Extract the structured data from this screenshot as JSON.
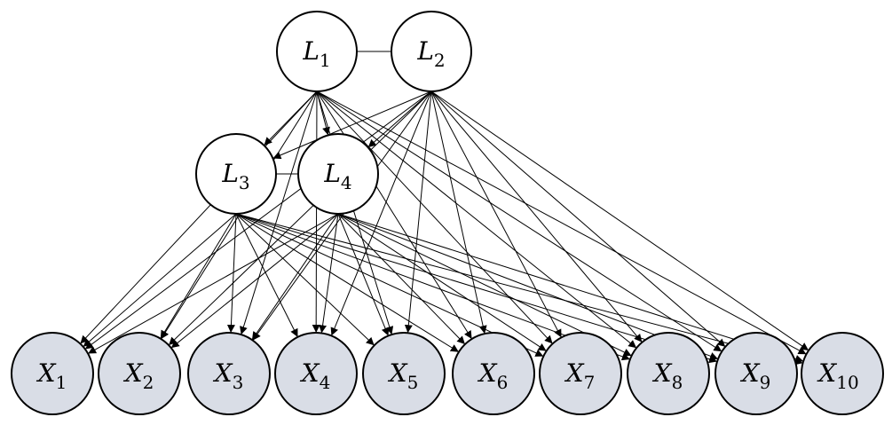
{
  "nodes": [
    {
      "id": "L1",
      "letter": "L",
      "sub": "1",
      "kind": "latent"
    },
    {
      "id": "L2",
      "letter": "L",
      "sub": "2",
      "kind": "latent"
    },
    {
      "id": "L3",
      "letter": "L",
      "sub": "3",
      "kind": "latent"
    },
    {
      "id": "L4",
      "letter": "L",
      "sub": "4",
      "kind": "latent"
    },
    {
      "id": "X1",
      "letter": "X",
      "sub": "1",
      "kind": "observed"
    },
    {
      "id": "X2",
      "letter": "X",
      "sub": "2",
      "kind": "observed"
    },
    {
      "id": "X3",
      "letter": "X",
      "sub": "3",
      "kind": "observed"
    },
    {
      "id": "X4",
      "letter": "X",
      "sub": "4",
      "kind": "observed"
    },
    {
      "id": "X5",
      "letter": "X",
      "sub": "5",
      "kind": "observed"
    },
    {
      "id": "X6",
      "letter": "X",
      "sub": "6",
      "kind": "observed"
    },
    {
      "id": "X7",
      "letter": "X",
      "sub": "7",
      "kind": "observed"
    },
    {
      "id": "X8",
      "letter": "X",
      "sub": "8",
      "kind": "observed"
    },
    {
      "id": "X9",
      "letter": "X",
      "sub": "9",
      "kind": "observed"
    },
    {
      "id": "X10",
      "letter": "X",
      "sub": "10",
      "kind": "observed"
    }
  ],
  "undirected_edges": [
    [
      "L1",
      "L2"
    ],
    [
      "L3",
      "L4"
    ]
  ],
  "directed_edges": [
    [
      "L1",
      "L3"
    ],
    [
      "L1",
      "L4"
    ],
    [
      "L2",
      "L3"
    ],
    [
      "L2",
      "L4"
    ],
    [
      "L1",
      "X1"
    ],
    [
      "L1",
      "X2"
    ],
    [
      "L1",
      "X3"
    ],
    [
      "L1",
      "X4"
    ],
    [
      "L1",
      "X5"
    ],
    [
      "L1",
      "X6"
    ],
    [
      "L1",
      "X7"
    ],
    [
      "L1",
      "X8"
    ],
    [
      "L1",
      "X9"
    ],
    [
      "L1",
      "X10"
    ],
    [
      "L2",
      "X1"
    ],
    [
      "L2",
      "X2"
    ],
    [
      "L2",
      "X3"
    ],
    [
      "L2",
      "X4"
    ],
    [
      "L2",
      "X5"
    ],
    [
      "L2",
      "X6"
    ],
    [
      "L2",
      "X7"
    ],
    [
      "L2",
      "X8"
    ],
    [
      "L2",
      "X9"
    ],
    [
      "L2",
      "X10"
    ],
    [
      "L3",
      "X1"
    ],
    [
      "L3",
      "X2"
    ],
    [
      "L3",
      "X3"
    ],
    [
      "L3",
      "X4"
    ],
    [
      "L3",
      "X5"
    ],
    [
      "L3",
      "X6"
    ],
    [
      "L3",
      "X7"
    ],
    [
      "L3",
      "X8"
    ],
    [
      "L3",
      "X9"
    ],
    [
      "L3",
      "X10"
    ],
    [
      "L4",
      "X1"
    ],
    [
      "L4",
      "X2"
    ],
    [
      "L4",
      "X3"
    ],
    [
      "L4",
      "X4"
    ],
    [
      "L4",
      "X5"
    ],
    [
      "L4",
      "X6"
    ],
    [
      "L4",
      "X7"
    ],
    [
      "L4",
      "X8"
    ],
    [
      "L4",
      "X9"
    ],
    [
      "L4",
      "X10"
    ]
  ],
  "colors": {
    "observed_fill": "#d9dde6",
    "latent_fill": "#ffffff",
    "stroke": "#000000",
    "background": "#ffffff"
  }
}
